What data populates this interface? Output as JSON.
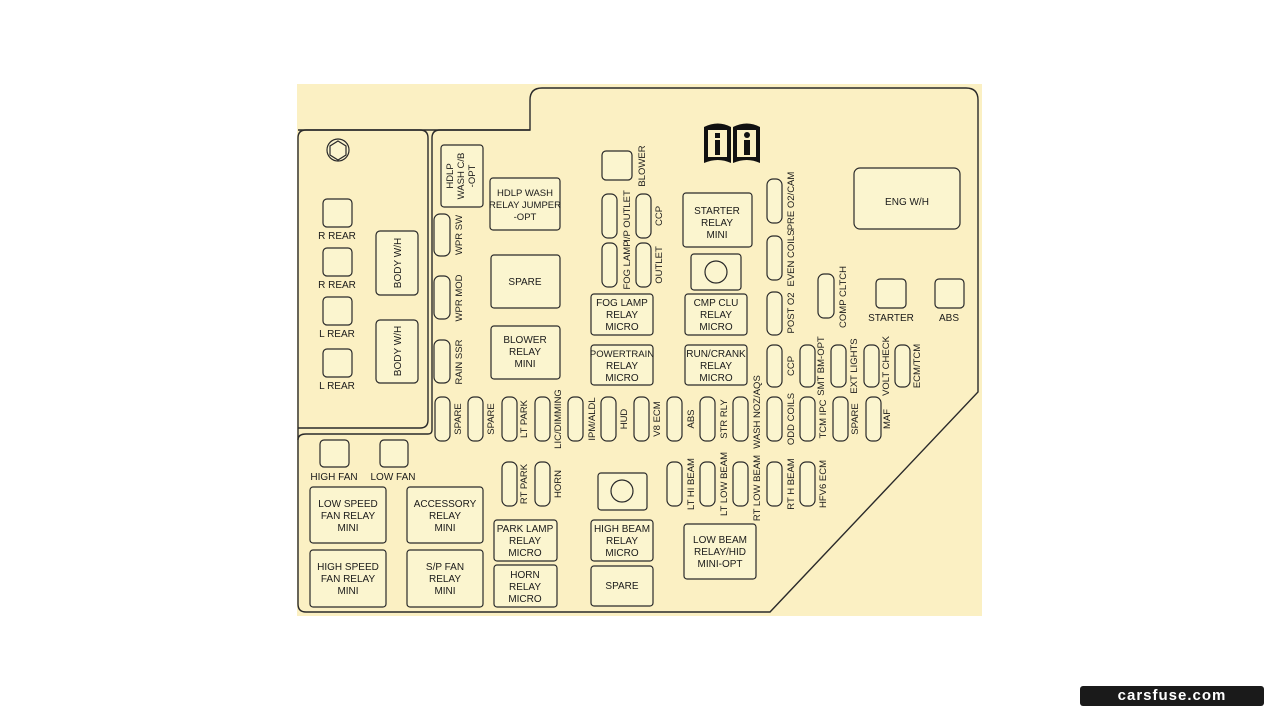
{
  "colors": {
    "panel": "#fbf0c3",
    "fuse_fill": "#fbf5cf",
    "stroke": "#2a2a2a",
    "background": "#ffffff"
  },
  "icon": "info-manual-icon",
  "watermark": "carsfuse.com",
  "boxes": {
    "eng_wh": "ENG W/H",
    "starter_relay": [
      "STARTER",
      "RELAY",
      "MINI"
    ],
    "cmp_clu_relay": [
      "CMP CLU",
      "RELAY",
      "MICRO"
    ],
    "run_crank_relay": [
      "RUN/CRANK",
      "RELAY",
      "MICRO"
    ],
    "fog_lamp_relay": [
      "FOG LAMP",
      "RELAY",
      "MICRO"
    ],
    "powertrain_relay": [
      "POWERTRAIN",
      "RELAY",
      "MICRO"
    ],
    "hdlp_wash_relay": [
      "HDLP WASH",
      "RELAY JUMPER",
      "-OPT"
    ],
    "spare_mid": "SPARE",
    "blower_relay": [
      "BLOWER",
      "RELAY",
      "MINI"
    ],
    "hdlp_wash_cb": [
      "HDLP",
      "WASH C/B",
      "-OPT"
    ],
    "body_wh_1": "BODY W/H",
    "body_wh_2": "BODY W/H",
    "low_speed_fan_relay": [
      "LOW SPEED",
      "FAN RELAY",
      "MINI"
    ],
    "high_speed_fan_relay": [
      "HIGH SPEED",
      "FAN RELAY",
      "MINI"
    ],
    "accessory_relay": [
      "ACCESSORY",
      "RELAY",
      "MINI"
    ],
    "sp_fan_relay": [
      "S/P FAN",
      "RELAY",
      "MINI"
    ],
    "park_lamp_relay": [
      "PARK LAMP",
      "RELAY",
      "MICRO"
    ],
    "horn_relay": [
      "HORN",
      "RELAY",
      "MICRO"
    ],
    "high_beam_relay": [
      "HIGH BEAM",
      "RELAY",
      "MICRO"
    ],
    "spare_bottom": "SPARE",
    "low_beam_relay": [
      "LOW BEAM",
      "RELAY/HID",
      "MINI-OPT"
    ]
  },
  "left_fuses": [
    "R REAR",
    "R REAR",
    "L REAR",
    "L REAR"
  ],
  "fan_fuses": [
    "HIGH FAN",
    "LOW FAN"
  ],
  "right_fuses": [
    "STARTER",
    "ABS"
  ],
  "vertical_fuses": {
    "blower": "BLOWER",
    "ip_outlet": "I/P OUTLET",
    "ccp_top": "CCP",
    "fog_lamp": "FOG LAMP",
    "outlet": "OUTLET",
    "wpr_sw": "WPR SW",
    "wpr_mod": "WPR MOD",
    "rain_ssr": "RAIN SSR",
    "pre_o2_cam": "PRE O2/CAM",
    "even_coils": "EVEN COILS",
    "post_o2": "POST O2",
    "comp_clutch": "COMP CLTCH",
    "ccp_mid": "CCP",
    "smt_bm_opt": "SMT BM-OPT",
    "ext_lights": "EXT LIGHTS",
    "volt_check": "VOLT CHECK",
    "ecm_tcm": "ECM/TCM",
    "row": [
      "SPARE",
      "SPARE",
      "LT PARK",
      "LIC/DIMMING",
      "IPM/ALDL",
      "HUD",
      "V8 ECM",
      "ABS",
      "STR RLY",
      "WASH NOZ/AQS",
      "ODD COILS",
      "TCM IPC",
      "SPARE",
      "MAF"
    ],
    "rt_park": "RT PARK",
    "horn": "HORN",
    "lt_hi_beam": "LT HI BEAM",
    "lt_low_beam": "LT LOW BEAM",
    "rt_low_beam": "RT LOW BEAM",
    "rt_hi_beam": "RT H BEAM",
    "hfv6_ecm": "HFV6 ECM"
  }
}
